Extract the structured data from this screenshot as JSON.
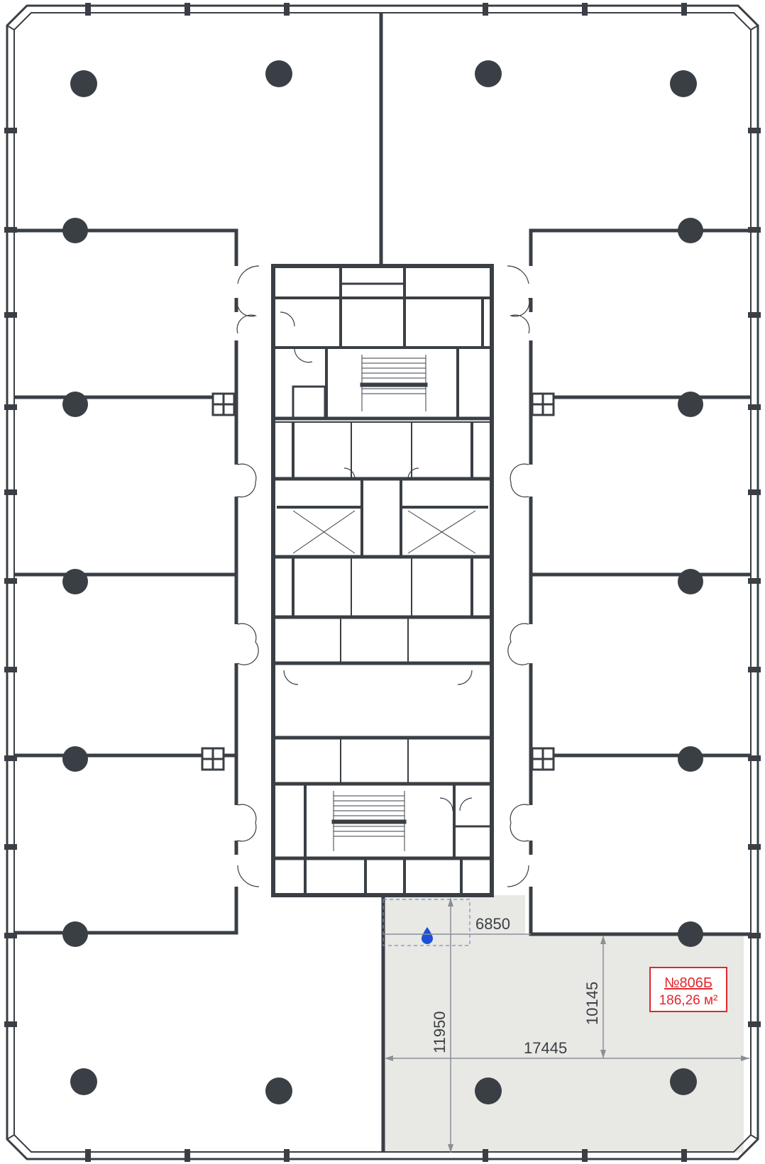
{
  "unit": {
    "number": "№806Б",
    "area": "186,26 м²",
    "highlight_color": "#e8e8e4",
    "label_color": "#e3262b"
  },
  "dimensions": {
    "width_top": "6850",
    "height_left": "11950",
    "height_right": "10145",
    "width_total": "17445"
  },
  "colors": {
    "wall": "#3a3f45",
    "water_icon": "#1d4fd8",
    "dim_line": "#8a8f96"
  },
  "icons": {
    "water": "water-drop-icon"
  }
}
